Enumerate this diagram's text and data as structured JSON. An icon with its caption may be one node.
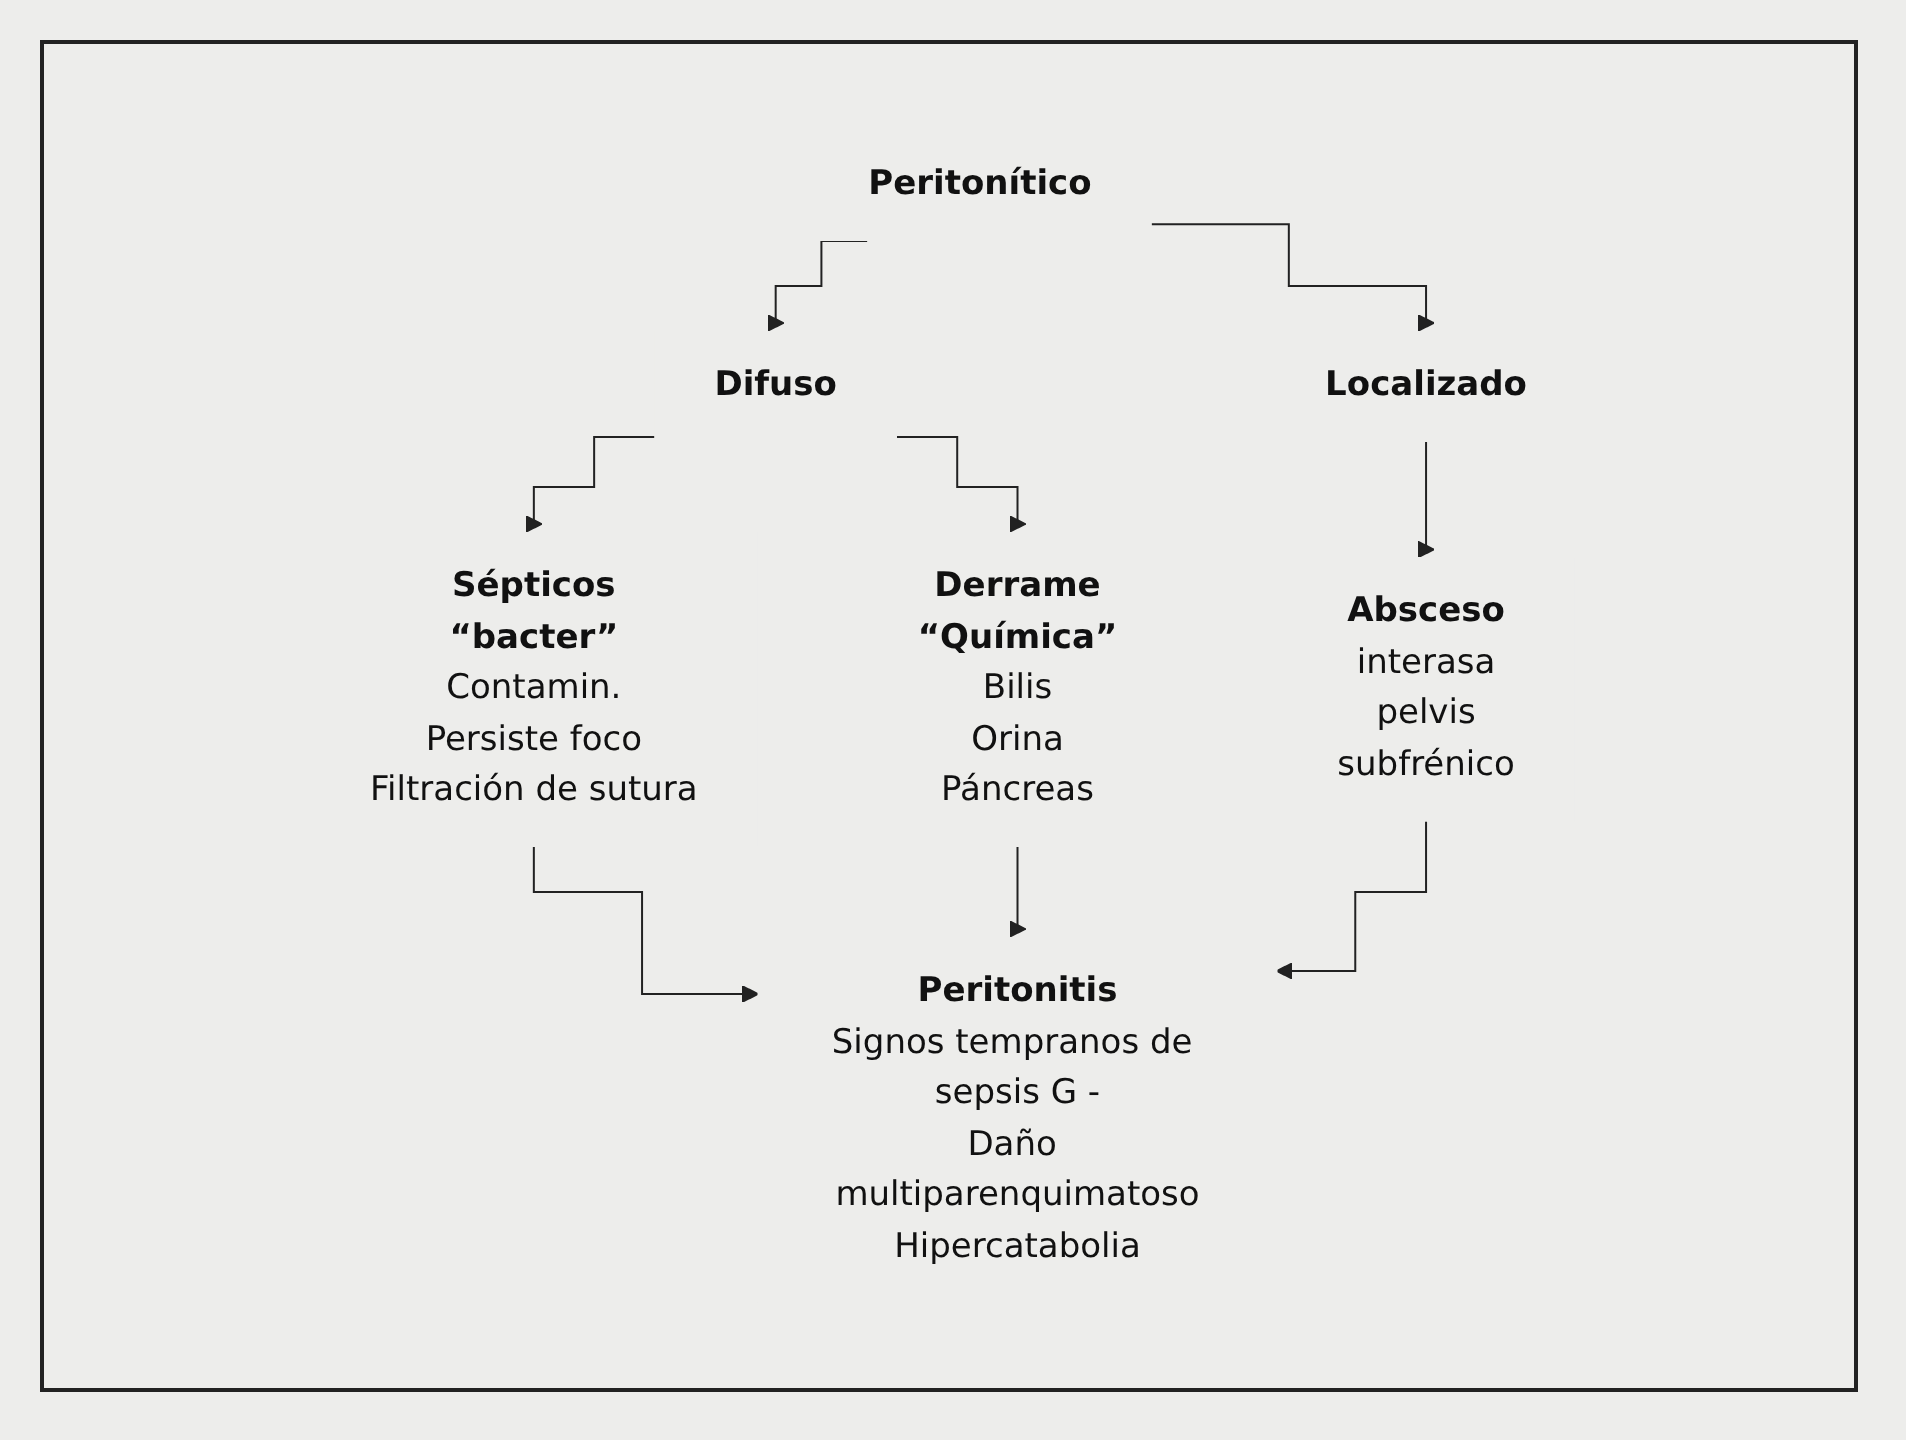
{
  "diagram": {
    "nodes": [
      {
        "text": [
          "Peritonítico"
        ]
      },
      {
        "text": [
          "Difuso"
        ]
      },
      {
        "text": [
          "Localizado"
        ]
      },
      {
        "text": [
          "Sépticos",
          "“bacter”",
          "Contamin.",
          "Persiste foco",
          "Filtración de sutura"
        ]
      },
      {
        "text": [
          "Derrame",
          "“Química”",
          "Bilis",
          "Orina",
          "Páncreas"
        ]
      },
      {
        "text": [
          "Absceso",
          "interasa",
          "pelvis",
          "subfrénico"
        ]
      },
      {
        "text": [
          "Peritonitis",
          "Signos tempranos de sepsis G -",
          "Daño multiparenquimatoso",
          "Hipercatabolia"
        ]
      }
    ],
    "edges": [
      {
        "from": 0,
        "to": 1,
        "arrow": "to"
      },
      {
        "from": 0,
        "to": 2,
        "arrow": "to"
      },
      {
        "from": 1,
        "to": 3,
        "arrow": "to"
      },
      {
        "from": 1,
        "to": 4,
        "arrow": "to"
      },
      {
        "from": 2,
        "to": 5,
        "arrow": "to"
      },
      {
        "from": 3,
        "to": 6,
        "arrow": "to"
      },
      {
        "from": 4,
        "to": 6,
        "arrow": "to"
      },
      {
        "from": 5,
        "to": 6,
        "arrow": "to"
      }
    ]
  }
}
